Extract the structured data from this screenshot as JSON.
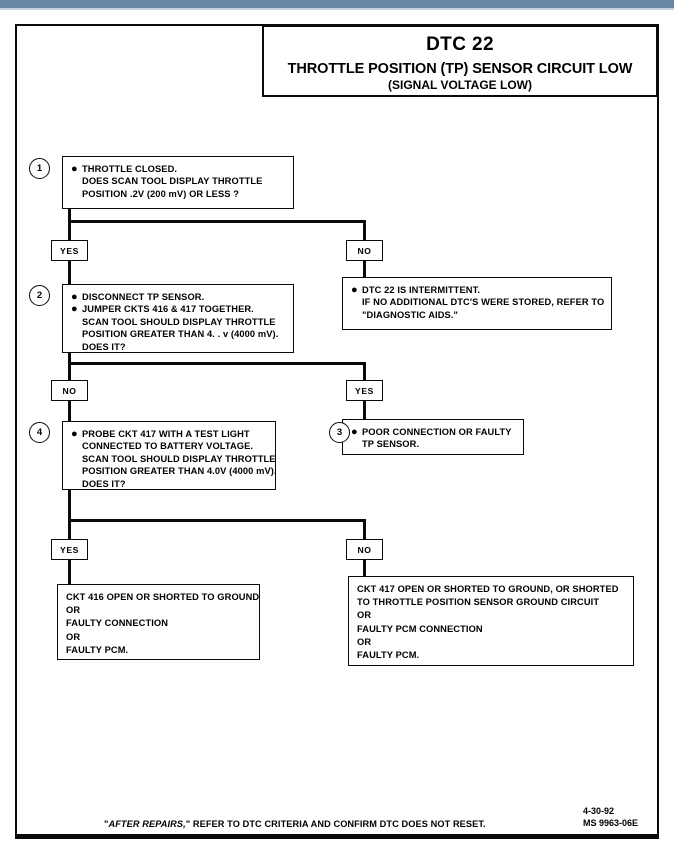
{
  "document": {
    "title_code": "DTC 22",
    "title_main": "THROTTLE POSITION (TP) SENSOR CIRCUIT LOW",
    "title_sub": "(SIGNAL VOLTAGE LOW)"
  },
  "steps": {
    "step1": {
      "number": "1",
      "lines": [
        {
          "bullet": true,
          "text": "THROTTLE CLOSED."
        },
        {
          "bullet": false,
          "text": "DOES  SCAN TOOL DISPLAY THROTTLE"
        },
        {
          "bullet": false,
          "text": "POSITION  .2V (200 mV) OR LESS ?"
        }
      ]
    },
    "step2": {
      "number": "2",
      "lines": [
        {
          "bullet": true,
          "text": "DISCONNECT TP SENSOR."
        },
        {
          "bullet": true,
          "text": "JUMPER CKTS 416 & 417 TOGETHER."
        },
        {
          "bullet": false,
          "text": "SCAN TOOL SHOULD DISPLAY THROTTLE"
        },
        {
          "bullet": false,
          "text": "POSITION GREATER THAN 4. . v (4000 mV)."
        },
        {
          "bullet": false,
          "text": "DOES IT?"
        }
      ]
    },
    "step3": {
      "number": "3",
      "lines": [
        {
          "bullet": true,
          "text": "POOR CONNECTION OR FAULTY"
        },
        {
          "bullet": false,
          "text": "TP SENSOR."
        }
      ]
    },
    "step4": {
      "number": "4",
      "lines": [
        {
          "bullet": true,
          "text": "PROBE CKT 417 WITH A TEST LIGHT"
        },
        {
          "bullet": false,
          "text": "CONNECTED TO BATTERY VOLTAGE."
        },
        {
          "bullet": false,
          "text": "SCAN TOOL SHOULD DISPLAY THROTTLE"
        },
        {
          "bullet": false,
          "text": "POSITION GREATER THAN 4.0V (4000 mV)."
        },
        {
          "bullet": false,
          "text": "DOES IT?"
        }
      ]
    },
    "intermittent": {
      "lines": [
        {
          "bullet": true,
          "text": "DTC 22 IS INTERMITTENT."
        },
        {
          "bullet": false,
          "text": "IF NO ADDITIONAL DTC'S WERE STORED, REFER  TO"
        },
        {
          "bullet": false,
          "text": "\"DIAGNOSTIC AIDS.\""
        }
      ]
    },
    "result_left": {
      "lines": [
        "CKT 416 OPEN OR SHORTED TO GROUND",
        "OR",
        "FAULTY CONNECTION",
        "OR",
        "FAULTY PCM."
      ]
    },
    "result_right": {
      "lines": [
        "CKT 417 OPEN OR SHORTED TO GROUND, OR SHORTED",
        "TO THROTTLE POSITION SENSOR GROUND CIRCUIT",
        "OR",
        "FAULTY PCM CONNECTION",
        "OR",
        "FAULTY PCM."
      ]
    }
  },
  "branches": {
    "row1_left": "YES",
    "row1_right": "NO",
    "row2_left": "NO",
    "row2_right": "YES",
    "row3_left": "YES",
    "row3_right": "NO"
  },
  "footer": {
    "note_lead": "\"",
    "note_em": "AFTER REPAIRS,",
    "note_tail": "\" REFER TO DTC CRITERIA  AND CONFIRM DTC DOES NOT RESET.",
    "date": "4-30-92",
    "doc_number": "MS 9963-06E"
  },
  "colors": {
    "ink": "#0a0a0a",
    "paper": "#ffffff",
    "viewer_bar": "#6b87a8"
  }
}
